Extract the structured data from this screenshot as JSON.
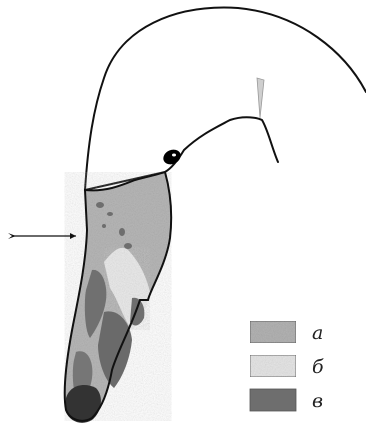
{
  "figure": {
    "subject": "swan-head-bill-pattern-diagram",
    "pointer": "arrow-icon"
  },
  "legend": {
    "items": [
      {
        "label": "а",
        "color": "#b3b3b3",
        "swatch": "light-gray-mottled"
      },
      {
        "label": "б",
        "color": "#e6e6e6",
        "swatch": "near-white-mottled"
      },
      {
        "label": "в",
        "color": "#6e6e6e",
        "swatch": "dark-gray"
      }
    ]
  },
  "colors": {
    "outline": "#111111",
    "eye": "#000000",
    "bill_tip": "#333333"
  }
}
